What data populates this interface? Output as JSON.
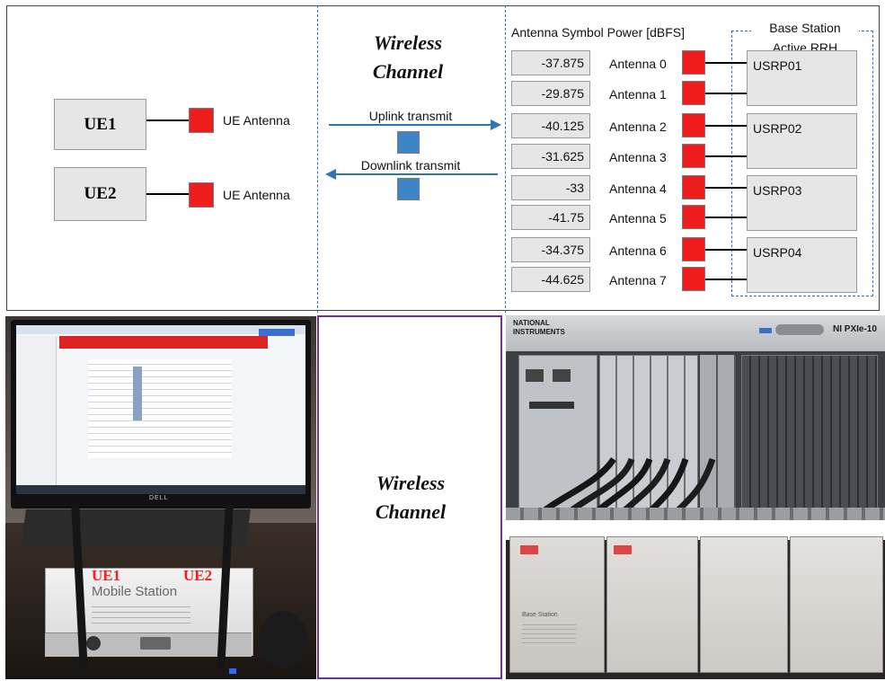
{
  "ue_panel": {
    "ues": [
      {
        "label": "UE1",
        "antenna_label": "UE Antenna"
      },
      {
        "label": "UE2",
        "antenna_label": "UE Antenna"
      }
    ]
  },
  "channel_panel": {
    "title_line1": "Wireless",
    "title_line2": "Channel",
    "uplink_label": "Uplink transmit",
    "downlink_label": "Downlink transmit"
  },
  "bs_panel": {
    "power_header": "Antenna Symbol Power [dBFS]",
    "bs_title_line1": "Base Station",
    "bs_title_line2": "Active RRH",
    "antennas": [
      {
        "name": "Antenna 0",
        "power": "-37.875"
      },
      {
        "name": "Antenna 1",
        "power": "-29.875"
      },
      {
        "name": "Antenna 2",
        "power": "-40.125"
      },
      {
        "name": "Antenna 3",
        "power": "-31.625"
      },
      {
        "name": "Antenna 4",
        "power": "-33"
      },
      {
        "name": "Antenna 5",
        "power": "-41.75"
      },
      {
        "name": "Antenna 6",
        "power": "-34.375"
      },
      {
        "name": "Antenna 7",
        "power": "-44.625"
      }
    ],
    "usrps": [
      "USRP01",
      "USRP02",
      "USRP03",
      "USRP04"
    ]
  },
  "photos": {
    "ue1_label": "UE1",
    "ue2_label": "UE2",
    "mobile_station_text": "Mobile Station",
    "monitor_brand": "DELL",
    "channel_line1": "Wireless",
    "channel_line2": "Channel",
    "chassis_brand_line1": "NATIONAL",
    "chassis_brand_line2": "INSTRUMENTS",
    "chassis_model": "NI PXIe-10",
    "base_station_text": "Base Station"
  },
  "colors": {
    "antenna_red": "#ee1c1c",
    "signal_blue": "#3d85c6",
    "arrow_blue": "#2e75b6",
    "divider_purple": "#7030a0",
    "ue_label_red": "#ff1a1a"
  }
}
